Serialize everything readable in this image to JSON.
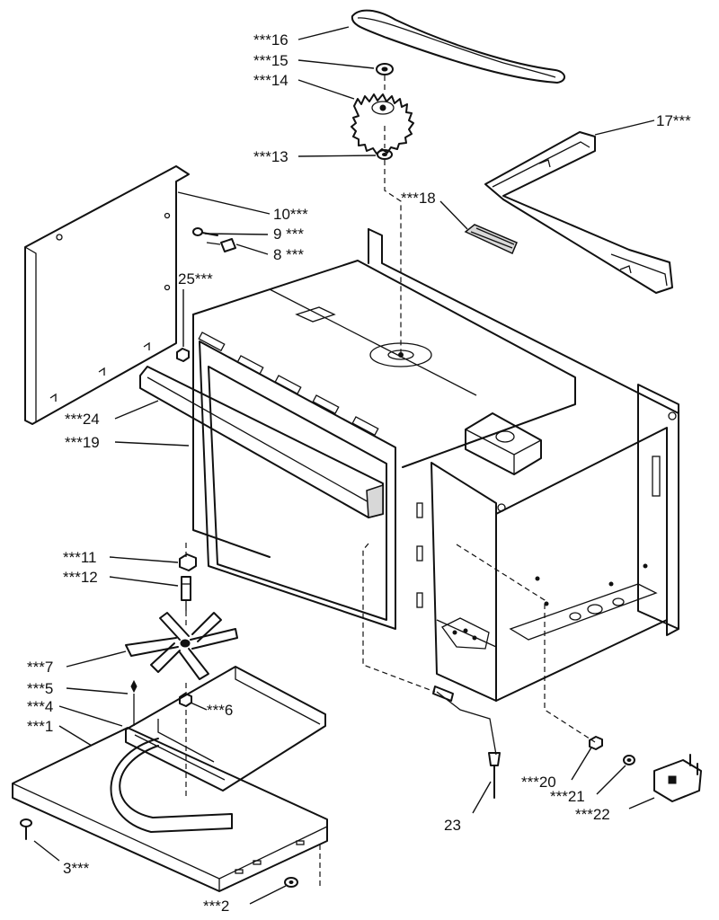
{
  "callouts": {
    "p1": "***1",
    "p2": "***2",
    "p3": "3***",
    "p4": "***4",
    "p5": "***5",
    "p6": "***6",
    "p7": "***7",
    "p8": "8 ***",
    "p9": "9 ***",
    "p10": "10***",
    "p11": "***11",
    "p12": "***12",
    "p13": "***13",
    "p14": "***14",
    "p15": "***15",
    "p16": "***16",
    "p17": "17***",
    "p18": "***18",
    "p19": "***19",
    "p20": "***20",
    "p21": "***21",
    "p22": "***22",
    "p23": "23",
    "p24": "***24",
    "p25": "25***"
  }
}
